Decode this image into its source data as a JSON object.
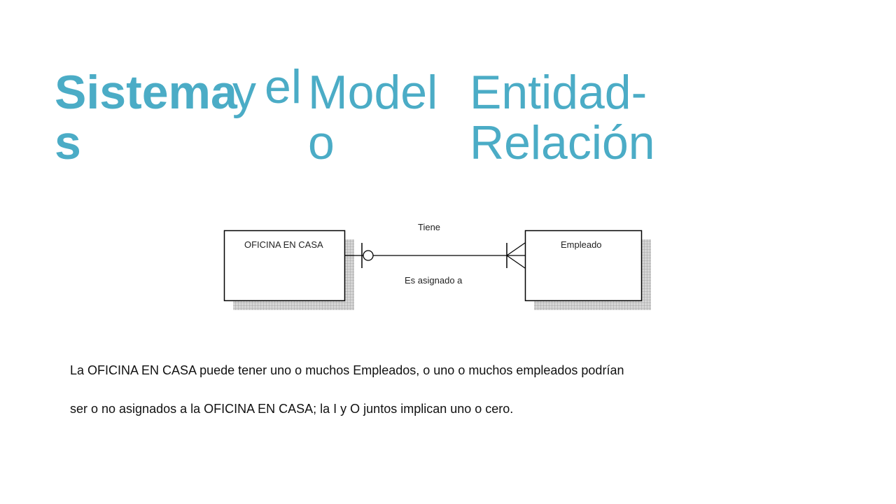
{
  "title": {
    "words": [
      {
        "lines": [
          "Sistema",
          "s"
        ]
      },
      {
        "lines": [
          "y"
        ]
      },
      {
        "lines": [
          "el"
        ]
      },
      {
        "lines": [
          "Model",
          "o"
        ]
      },
      {
        "lines": [
          "Entidad-",
          "Relación"
        ]
      }
    ],
    "color": "#4bacc6"
  },
  "diagram": {
    "entity_left": "OFICINA EN CASA",
    "entity_right": "Empleado",
    "relationship_top": "Tiene",
    "relationship_bottom": "Es asignado a",
    "left_end_notation": "zero-or-one",
    "right_end_notation": "one-or-many"
  },
  "caption": {
    "line1": "La OFICINA EN CASA puede tener uno o muchos Empleados, o uno o muchos empleados podrían",
    "line2": "ser o no asignados a la OFICINA EN CASA; la I y O juntos implican uno o cero."
  }
}
